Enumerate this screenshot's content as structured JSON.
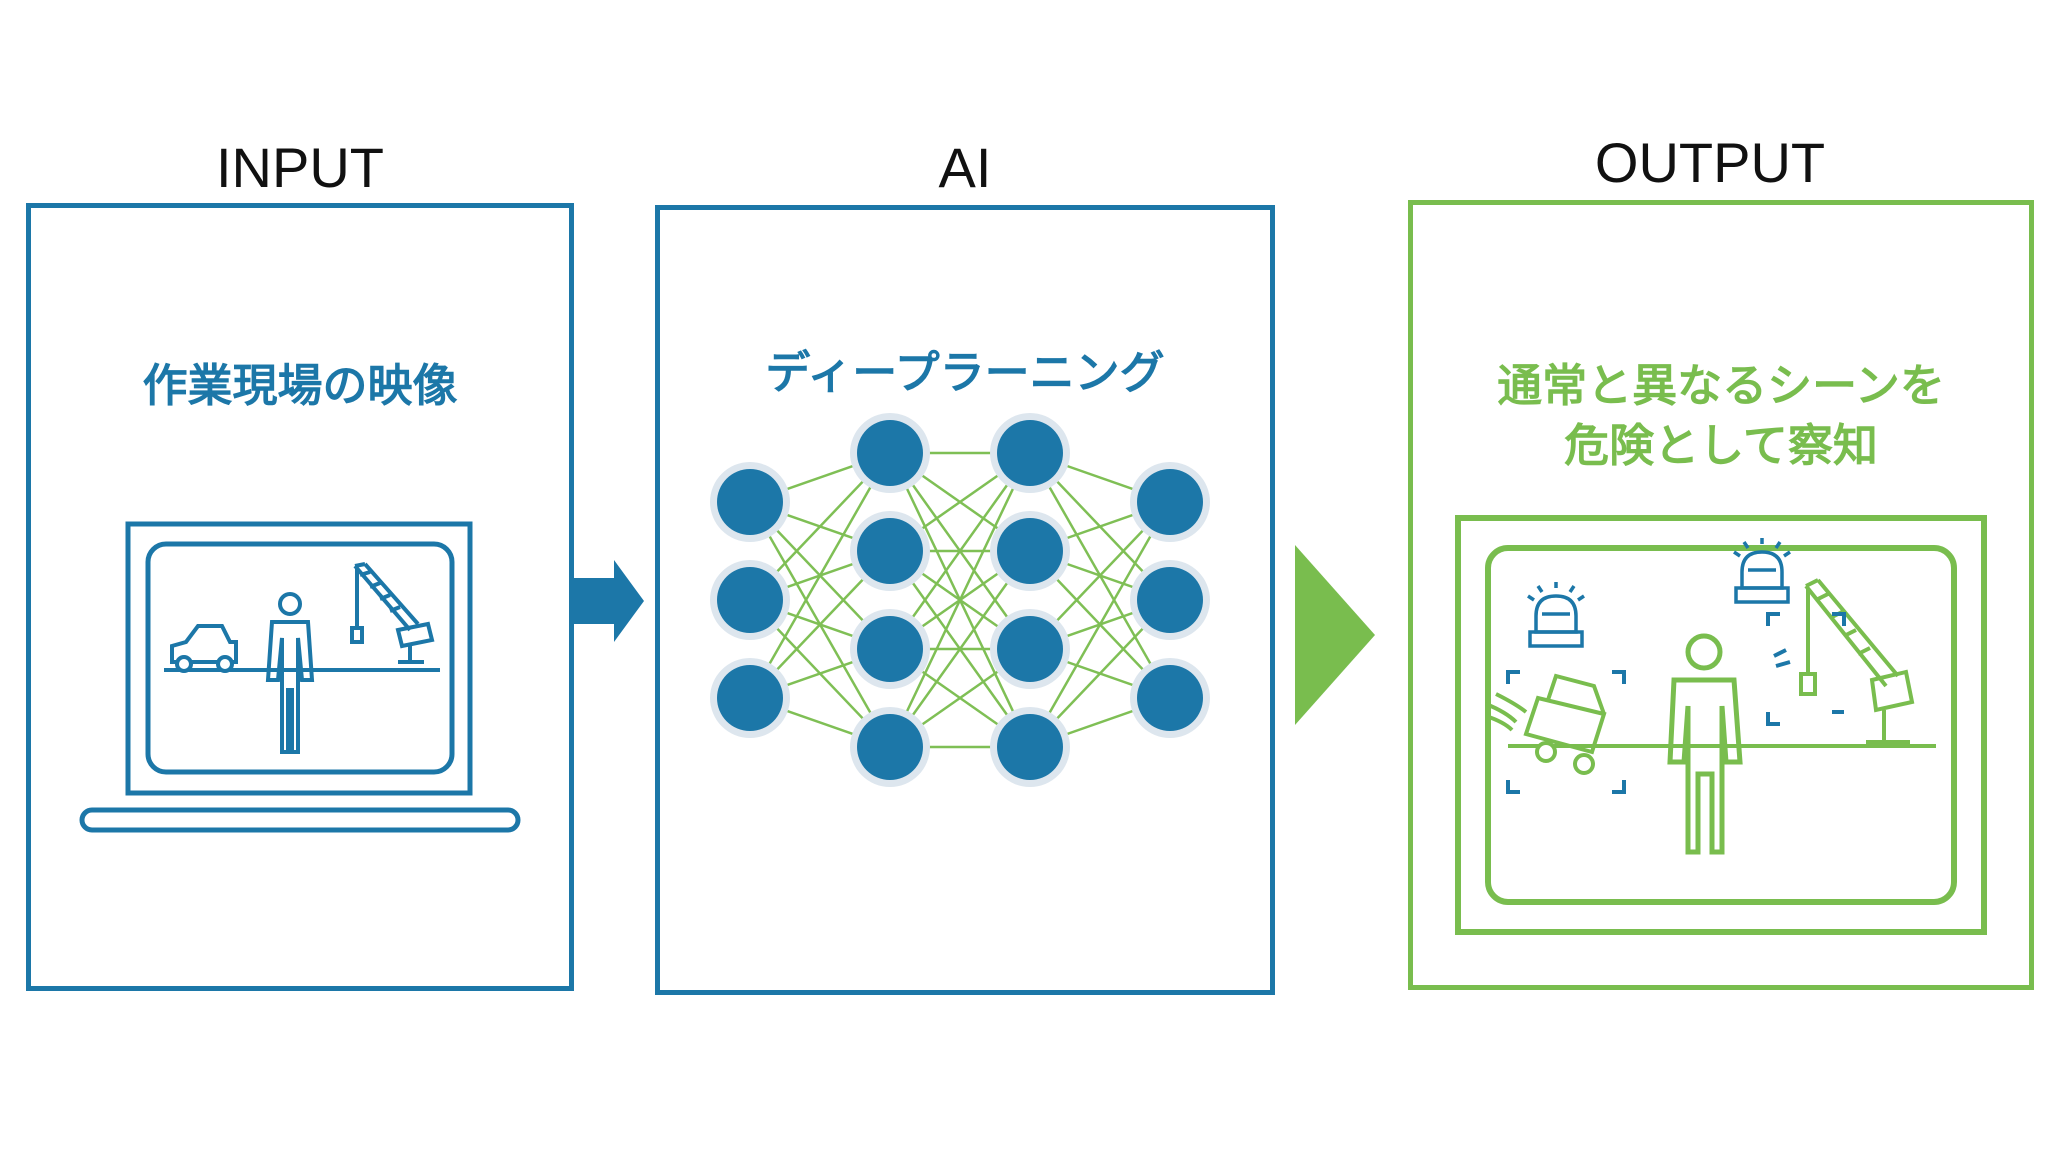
{
  "colors": {
    "blue": "#1c77a8",
    "green": "#79bd4e",
    "node_halo": "#dde6ee",
    "edge_green": "#7fbf55"
  },
  "input": {
    "heading": "INPUT",
    "subtitle": "作業現場の映像"
  },
  "ai": {
    "heading": "AI",
    "subtitle": "ディープラーニング"
  },
  "output": {
    "heading": "OUTPUT",
    "subtitle_line1": "通常と異なるシーンを",
    "subtitle_line2": "危険として察知"
  },
  "icons": {
    "input_scene": [
      "laptop-icon",
      "car-icon",
      "worker-icon",
      "crane-icon"
    ],
    "output_scene": [
      "monitor-icon",
      "alarm-light-icon",
      "overturned-car-icon",
      "worker-icon",
      "crane-icon",
      "detection-bracket-icon"
    ],
    "arrows": [
      "blue-arrow-icon",
      "green-triangle-arrow-icon"
    ]
  },
  "network": {
    "layer_sizes": [
      3,
      4,
      4,
      3
    ]
  }
}
